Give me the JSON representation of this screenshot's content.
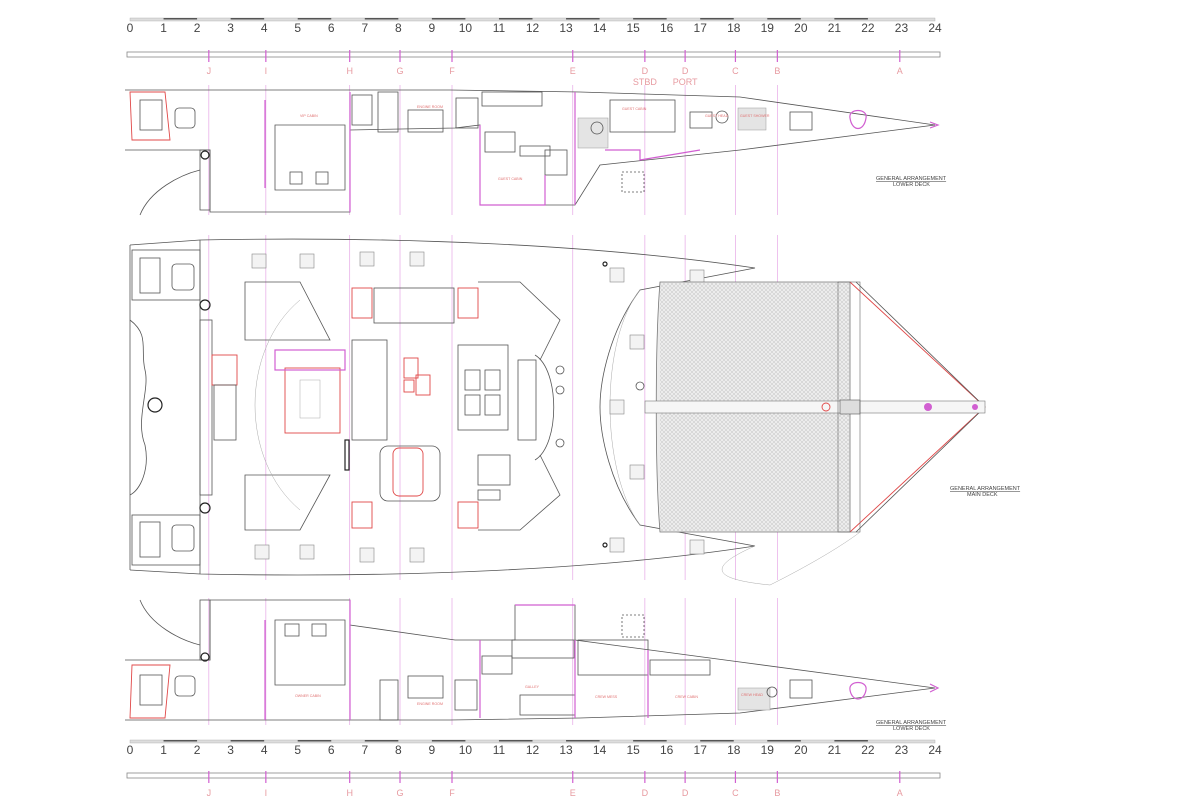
{
  "scale": {
    "labels": [
      "0",
      "1",
      "2",
      "3",
      "4",
      "5",
      "6",
      "7",
      "8",
      "9",
      "10",
      "11",
      "12",
      "13",
      "14",
      "15",
      "16",
      "17",
      "18",
      "19",
      "20",
      "21",
      "22",
      "23",
      "24"
    ],
    "unit_max": 24
  },
  "stations": [
    {
      "label": "J",
      "pos": 2.35
    },
    {
      "label": "I",
      "pos": 4.05
    },
    {
      "label": "H",
      "pos": 6.55
    },
    {
      "label": "G",
      "pos": 8.05
    },
    {
      "label": "F",
      "pos": 9.6
    },
    {
      "label": "E",
      "pos": 13.2
    },
    {
      "label": "D",
      "sub": "STBD",
      "pos": 15.35
    },
    {
      "label": "D",
      "sub": "PORT",
      "pos": 16.55
    },
    {
      "label": "C",
      "pos": 18.05
    },
    {
      "label": "B",
      "pos": 19.3
    },
    {
      "label": "A",
      "pos": 22.95
    }
  ],
  "drawings": {
    "lower_deck_top": {
      "title": "GENERAL ARRANGEMENT",
      "subtitle": "LOWER DECK"
    },
    "main_deck": {
      "title": "GENERAL ARRANGEMENT",
      "subtitle": "MAIN DECK"
    },
    "lower_deck_bottom": {
      "title": "GENERAL ARRANGEMENT",
      "subtitle": "LOWER DECK"
    }
  },
  "rooms_top": [
    "VIP CABIN",
    "ENGINE ROOM",
    "GUEST CABIN",
    "GUEST CABIN",
    "GUEST HEAD",
    "GUEST SHOWER"
  ],
  "rooms_bottom": [
    "OWNER CABIN",
    "ENGINE ROOM",
    "GALLEY",
    "CREW MESS",
    "CREW CABIN",
    "CREW HEAD"
  ],
  "colors": {
    "station_lines": "#d15fd1",
    "station_text": "#e79aa0",
    "furniture": "#e04848",
    "lines": "#555555"
  }
}
